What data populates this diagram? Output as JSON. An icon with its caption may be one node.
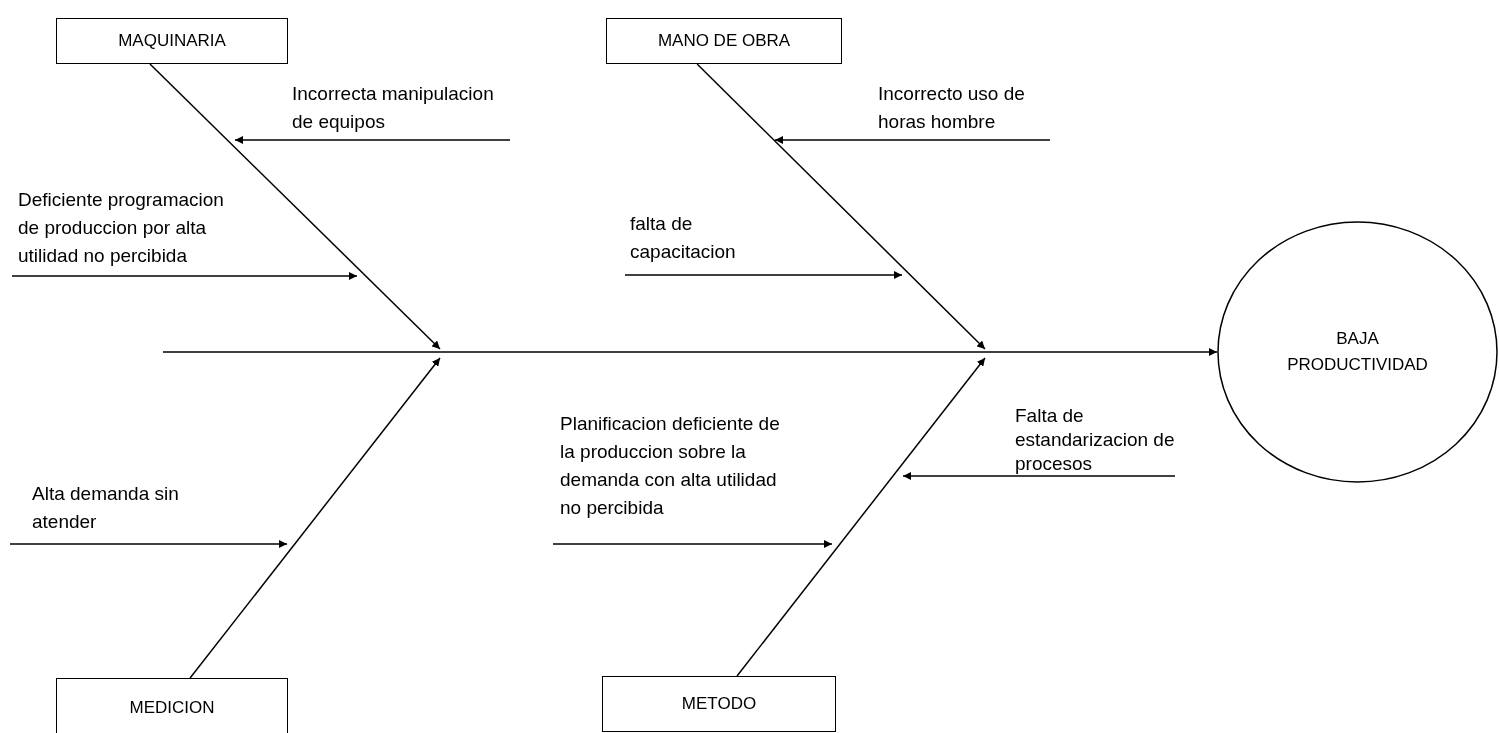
{
  "diagram": {
    "nodes": [
      {
        "text": [
          "MAQUINARIA"
        ]
      },
      {
        "text": [
          "MANO DE OBRA"
        ]
      },
      {
        "text": [
          "Incorrecta manipulacion de equipos"
        ]
      },
      {
        "text": [
          "Deficiente programacion de produccion por alta utilidad no percibida"
        ]
      },
      {
        "text": [
          "Incorrecto uso de horas hombre"
        ]
      },
      {
        "text": [
          "falta de capacitacion"
        ]
      },
      {
        "text": [
          "BAJA PRODUCTIVIDAD"
        ]
      },
      {
        "text": [
          "Falta de estandarizacion de procesos"
        ]
      },
      {
        "text": [
          "Planificacion deficiente de la produccion sobre la demanda con alta utilidad no percibida"
        ]
      },
      {
        "text": [
          "Alta demanda sin atender"
        ]
      },
      {
        "text": [
          "MEDICION"
        ]
      },
      {
        "text": [
          "METODO"
        ]
      }
    ],
    "edges": [
      {
        "from": 0,
        "to": null,
        "arrow": "to"
      },
      {
        "from": 1,
        "to": null,
        "arrow": "to"
      },
      {
        "from": 10,
        "to": null,
        "arrow": "to"
      },
      {
        "from": 11,
        "to": null,
        "arrow": "to"
      },
      {
        "from": 2,
        "to": null,
        "arrow": "to"
      },
      {
        "from": 3,
        "to": null,
        "arrow": "to"
      },
      {
        "from": 4,
        "to": null,
        "arrow": "to"
      },
      {
        "from": 5,
        "to": null,
        "arrow": "to"
      },
      {
        "from": 7,
        "to": null,
        "arrow": "to"
      },
      {
        "from": 8,
        "to": null,
        "arrow": "to"
      },
      {
        "from": 9,
        "to": null,
        "arrow": "to"
      },
      {
        "from": null,
        "to": 6,
        "arrow": "to"
      }
    ]
  }
}
